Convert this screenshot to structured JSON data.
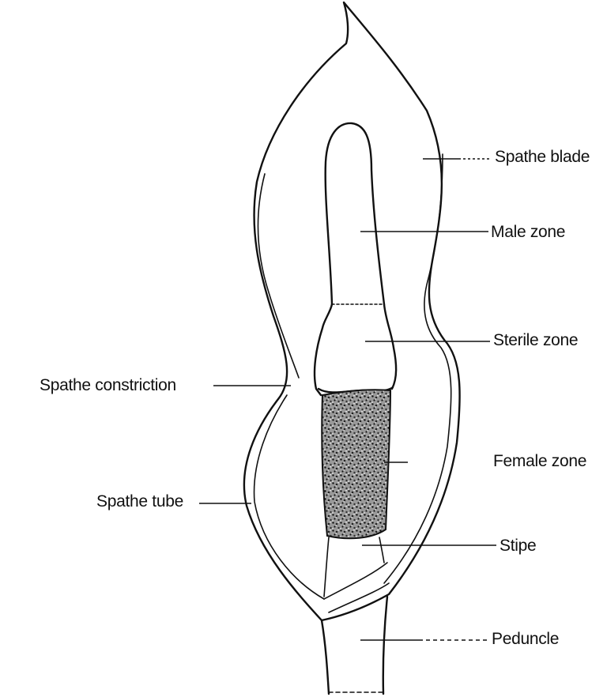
{
  "labels": {
    "spathe_blade": "Spathe blade",
    "male_zone": "Male zone",
    "sterile_zone": "Sterile zone",
    "spathe_constriction": "Spathe constriction",
    "female_zone": "Female zone",
    "spathe_tube": "Spathe tube",
    "stipe": "Stipe",
    "peduncle": "Peduncle"
  }
}
